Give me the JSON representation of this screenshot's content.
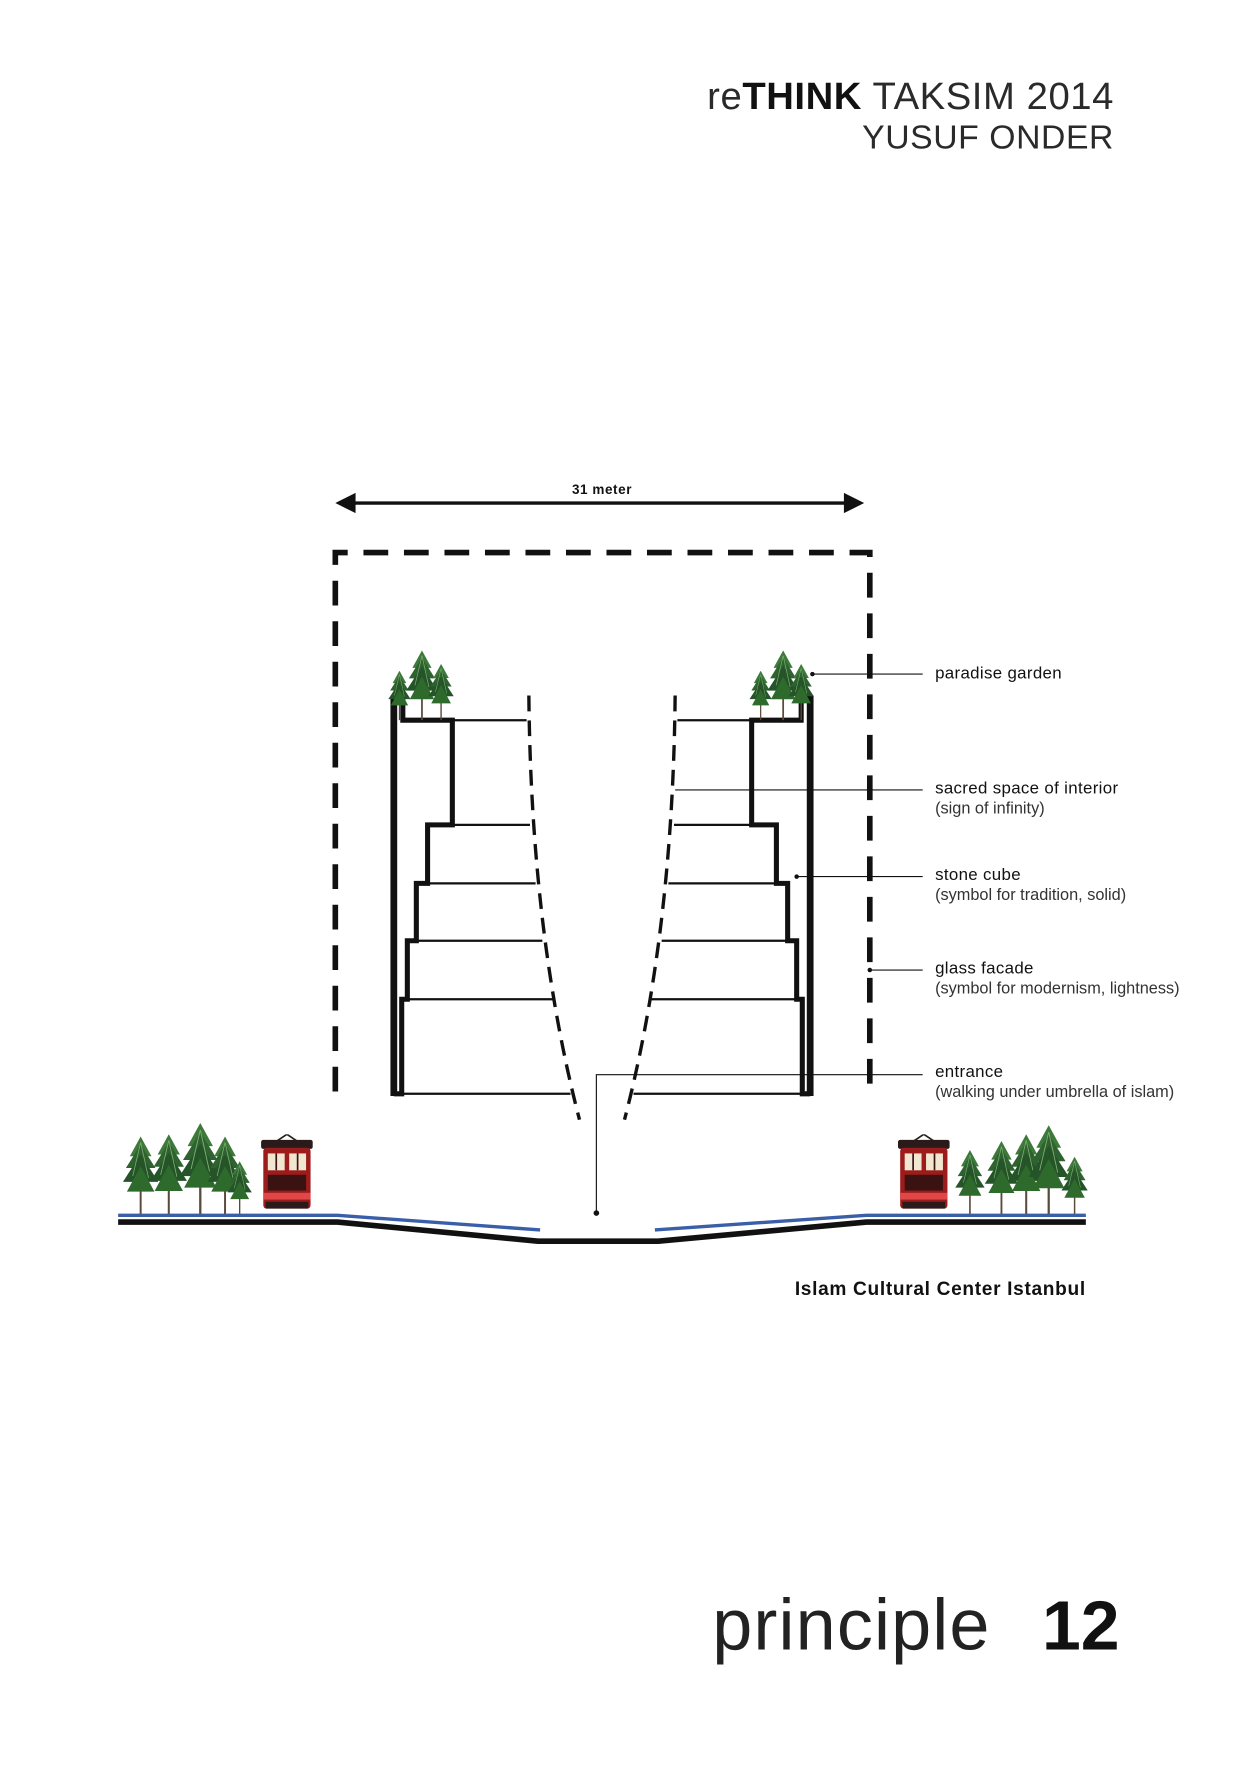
{
  "header": {
    "title": {
      "prefix": "re",
      "bold": "THINK",
      "suffix": " TAKSIM 2014"
    },
    "author": "YUSUF ONDER"
  },
  "diagram": {
    "dimension_label": "31 meter",
    "annotations": [
      {
        "label": "paradise garden"
      },
      {
        "label": "sacred space of interior",
        "note": "(sign of infinity)"
      },
      {
        "label": "stone cube",
        "note": "(symbol for tradition, solid)"
      },
      {
        "label": "glass facade",
        "note": "(symbol for modernism, lightness)"
      },
      {
        "label": "entrance",
        "note": "(walking under umbrella of islam)"
      }
    ],
    "icons": [
      "tree-icon",
      "tram-icon"
    ]
  },
  "caption": "Islam Cultural Center Istanbul",
  "footer": {
    "word": "principle",
    "number": "12"
  },
  "colors": {
    "ink": "#111111",
    "tree": "#2e6330",
    "tram": "#9c1b1b",
    "water_line": "#3a5fa8"
  }
}
